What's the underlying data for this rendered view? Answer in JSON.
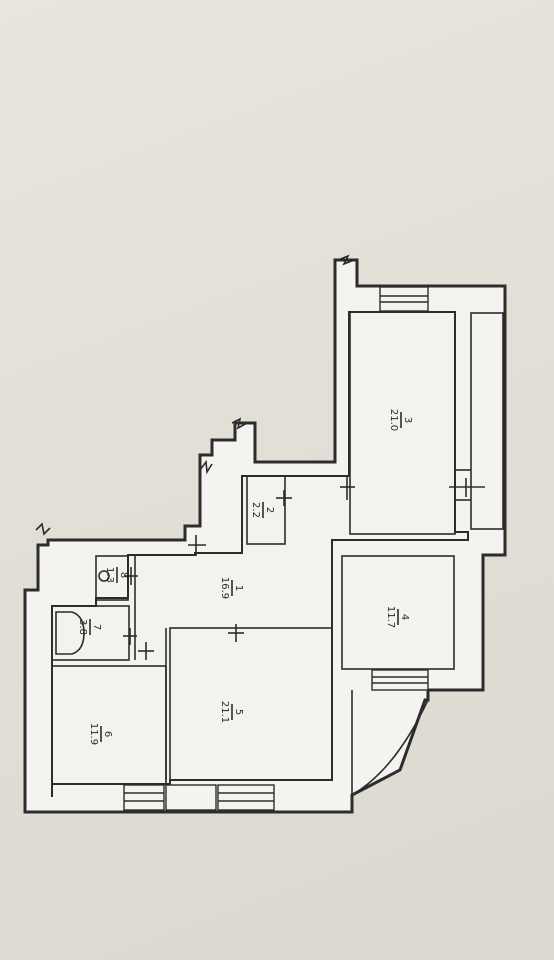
{
  "rooms": [
    {
      "id": "1",
      "number": "1",
      "area": "16.9"
    },
    {
      "id": "2",
      "number": "2",
      "area": "2.2"
    },
    {
      "id": "3",
      "number": "3",
      "area": "21.0"
    },
    {
      "id": "4",
      "number": "4",
      "area": "11.7"
    },
    {
      "id": "5",
      "number": "5",
      "area": "21.1"
    },
    {
      "id": "6",
      "number": "6",
      "area": "11.9"
    },
    {
      "id": "7",
      "number": "7",
      "area": "3.8"
    },
    {
      "id": "8",
      "number": "8",
      "area": "1.3"
    }
  ]
}
